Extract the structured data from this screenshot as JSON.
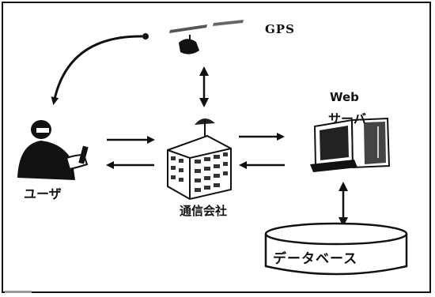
{
  "labels": {
    "gps": "GPS",
    "web": "Web",
    "server": "サーバ",
    "user": "ユーザ",
    "carrier": "通信会社",
    "database": "データベース"
  },
  "colors": {
    "ink": "#111111",
    "background": "#ffffff",
    "satellite_panel": "#555555",
    "monitor": "#222222",
    "building": "#333333"
  },
  "icons": [
    "satellite-icon",
    "user-with-phone-icon",
    "carrier-building-icon",
    "web-server-icon",
    "database-cylinder-icon"
  ]
}
